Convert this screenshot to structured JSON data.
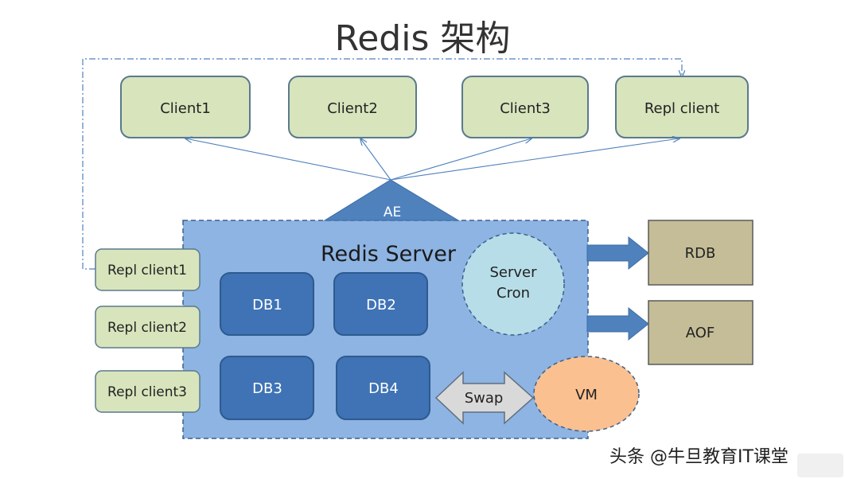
{
  "title": "Redis 架构",
  "clients": [
    "Client1",
    "Client2",
    "Client3",
    "Repl client"
  ],
  "ae_label": "AE",
  "server": {
    "label": "Redis Server",
    "cron_line1": "Server",
    "cron_line2": "Cron",
    "dbs": [
      "DB1",
      "DB2",
      "DB3",
      "DB4"
    ],
    "swap_label": "Swap",
    "vm_label": "VM"
  },
  "repl_clients": [
    "Repl client1",
    "Repl client2",
    "Repl client3"
  ],
  "persistence": [
    "RDB",
    "AOF"
  ],
  "watermark": "头条 @牛旦教育IT课堂",
  "colors": {
    "client_fill": "#d8e4bc",
    "client_stroke": "#5a7a8c",
    "server_fill": "#8db4e2",
    "db_fill": "#3f73b5",
    "cron_fill": "#b7dee8",
    "vm_fill": "#fac090",
    "persist_fill": "#c4bd97",
    "arrow_fill": "#4f81bd"
  }
}
